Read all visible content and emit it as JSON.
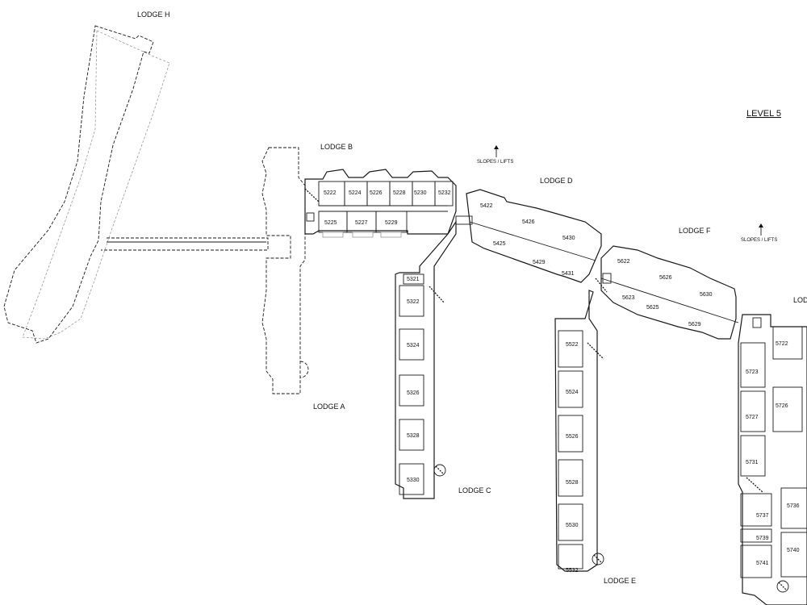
{
  "level_label": "LEVEL 5",
  "lodges": {
    "h": "LODGE H",
    "a": "LODGE A",
    "b": "LODGE B",
    "c": "LODGE C",
    "d": "LODGE D",
    "e": "LODGE E",
    "f": "LODGE F",
    "g_partial": "LOD"
  },
  "notes": {
    "slopes_lifts_1": "SLOPES / LIFTS",
    "slopes_lifts_2": "SLOPES / LIFTS"
  },
  "lodge_b_units": [
    "5222",
    "5224",
    "5226",
    "5228",
    "5230",
    "5232",
    "5225",
    "5227",
    "5229"
  ],
  "lodge_c_units": [
    "5321",
    "5322",
    "5324",
    "5326",
    "5328",
    "5330"
  ],
  "lodge_d_units": [
    "5422",
    "5426",
    "5430",
    "5425",
    "5429",
    "5431"
  ],
  "lodge_e_units": [
    "5522",
    "5524",
    "5526",
    "5528",
    "5530",
    "5532"
  ],
  "lodge_f_units": [
    "5622",
    "5626",
    "5630",
    "5623",
    "5625",
    "5629"
  ],
  "lodge_g_units": [
    "5722",
    "5723",
    "5726",
    "5727",
    "5731",
    "5736",
    "5737",
    "5739",
    "5740",
    "5741"
  ]
}
